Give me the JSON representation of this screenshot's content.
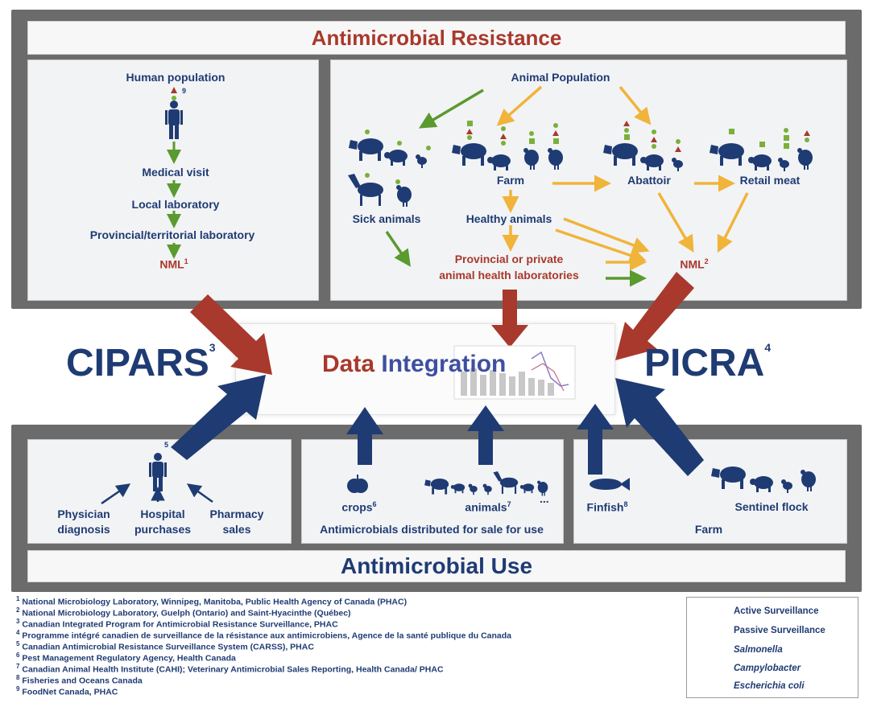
{
  "top_banner": "Antimicrobial Resistance",
  "bottom_banner": "Antimicrobial Use",
  "human": {
    "title": "Human population",
    "title_sup": "9",
    "steps": [
      "Medical visit",
      "Local laboratory",
      "Provincial/territorial laboratory"
    ],
    "end": "NML",
    "end_sup": "1"
  },
  "animal": {
    "title": "Animal Population",
    "farm": "Farm",
    "abattoir": "Abattoir",
    "retail": "Retail meat",
    "sick": "Sick animals",
    "healthy": "Healthy animals",
    "labs_line1": "Provincial or private",
    "labs_line2": "animal health laboratories",
    "nml": "NML",
    "nml_sup": "2"
  },
  "center": {
    "cipars": "CIPARS",
    "cipars_sup": "3",
    "data_word": "Data",
    "integration_word": "Integration",
    "picra": "PICRA",
    "picra_sup": "4"
  },
  "use": {
    "human_sup": "5",
    "physician_1": "Physician",
    "physician_2": "diagnosis",
    "hospital_1": "Hospital",
    "hospital_2": "purchases",
    "pharmacy_1": "Pharmacy",
    "pharmacy_2": "sales",
    "crops": "crops",
    "crops_sup": "6",
    "animals": "animals",
    "animals_sup": "7",
    "ellipsis": "...",
    "distributed": "Antimicrobials distributed for sale for use",
    "finfish": "Finfish",
    "finfish_sup": "8",
    "sentinel": "Sentinel flock",
    "farm": "Farm"
  },
  "footnotes": [
    {
      "n": "1",
      "text": "National Microbiology Laboratory, Winnipeg, Manitoba, Public Health Agency of Canada (PHAC)"
    },
    {
      "n": "2",
      "text": "National Microbiology Laboratory, Guelph (Ontario) and Saint-Hyacinthe (Québec)"
    },
    {
      "n": "3",
      "text": "Canadian Integrated Program for Antimicrobial Resistance Surveillance, PHAC"
    },
    {
      "n": "4",
      "text": "Programme intégré canadien de surveillance de la résistance aux antimicrobiens, Agence de la santé publique du Canada"
    },
    {
      "n": "5",
      "text": "Canadian Antimicrobial Resistance Surveillance System (CARSS), PHAC"
    },
    {
      "n": "6",
      "text": "Pest Management Regulatory Agency, Health Canada"
    },
    {
      "n": "7",
      "text": "Canadian Animal Health Institute (CAHI); Veterinary Antimicrobial Sales Reporting, Health Canada/ PHAC"
    },
    {
      "n": "8",
      "text": "Fisheries and Oceans Canada"
    },
    {
      "n": "9",
      "text": "FoodNet Canada, PHAC"
    }
  ],
  "legend": {
    "active": "Active Surveillance",
    "passive": "Passive Surveillance",
    "salmonella": "Salmonella",
    "campylobacter": "Campylobacter",
    "ecoli": "Escherichia coli"
  },
  "colors": {
    "navy": "#1f3b73",
    "red_arrow": "#a8392c",
    "active": "#f0b43a",
    "passive": "#5a9a2e",
    "salmonella": "#7ab03a",
    "campylobacter": "#a8392c",
    "ecoli": "#7ab03a"
  }
}
